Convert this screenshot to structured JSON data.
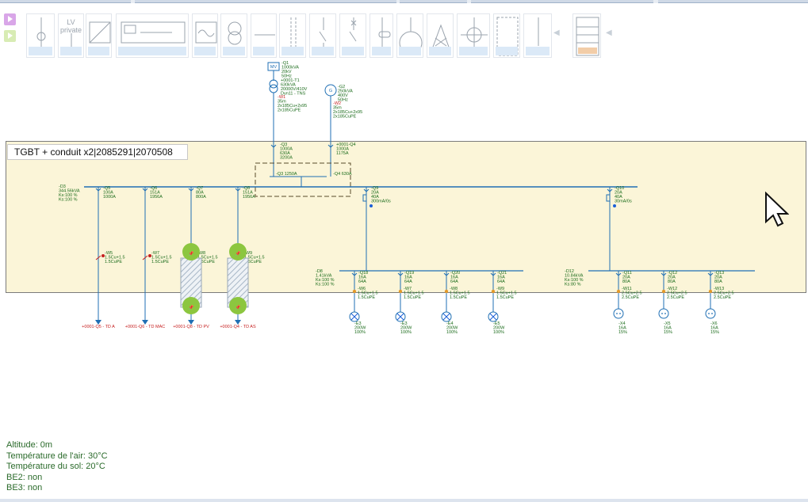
{
  "palette": {
    "tools": [
      {
        "name": "single-pole-device-tool",
        "label": ""
      },
      {
        "name": "lv-private-tool",
        "label": "LV private"
      },
      {
        "name": "converter-tool",
        "label": ""
      },
      {
        "name": "ups-tool",
        "label": ""
      },
      {
        "name": "inverter-tool",
        "label": ""
      },
      {
        "name": "transformer-tool",
        "label": ""
      },
      {
        "name": "link-tool",
        "label": ""
      },
      {
        "name": "busbar-tool",
        "label": ""
      },
      {
        "name": "switch-tool",
        "label": ""
      },
      {
        "name": "circuit-breaker-tool",
        "label": ""
      },
      {
        "name": "fuse-switch-tool",
        "label": ""
      },
      {
        "name": "load-tool",
        "label": ""
      },
      {
        "name": "motor-tool",
        "label": ""
      },
      {
        "name": "meter-tool",
        "label": ""
      },
      {
        "name": "enclosure-tool",
        "label": ""
      },
      {
        "name": "earth-tool",
        "label": ""
      },
      {
        "name": "panel-tool",
        "label": ""
      }
    ],
    "colors": {
      "accent": "#dbe9f7",
      "play_magenta": "#d9a6e8",
      "play_green": "#d8ecb4"
    }
  },
  "diagram": {
    "switchboard_title": "TGBT + conduit x2|2085291|2070508",
    "source": {
      "id": "-Q1",
      "lines": [
        "1000kVA",
        "20kV",
        "50Hz"
      ],
      "transformer": {
        "id": "+0001-T1",
        "lines": [
          "630kVA",
          "20000V/410V",
          "Dyn11 - TNS"
        ]
      },
      "cable": {
        "id": "-W1",
        "lines": [
          "35m",
          "2x185Cu+2x95",
          "2x185CuPE"
        ]
      }
    },
    "generator": {
      "id": "-G2",
      "lines": [
        "250kVA",
        "400V",
        "50Hz"
      ],
      "cable": {
        "id": "-W2",
        "lines": [
          "35m",
          "2x185Cu+2x95",
          "2x185CuPE"
        ]
      }
    },
    "incomers": [
      {
        "id": "-Q3",
        "lines": [
          "1000A",
          "630A",
          "3200A"
        ]
      },
      {
        "id": "+0001-Q4",
        "lines": [
          "1000A",
          "1175A"
        ]
      }
    ],
    "coupling": [
      {
        "id": "-Q3",
        "label": "1250A"
      },
      {
        "id": "-Q4",
        "label": "630A"
      }
    ],
    "main_bus_load": {
      "id": "-D3",
      "lines": [
        "344.56kVA",
        "Ks:100 %",
        "Ks:100 %"
      ]
    },
    "feeders": [
      {
        "breaker": "-Q5",
        "lines": [
          "100A",
          "1000A"
        ],
        "cable": "-W5",
        "cable_lines": [
          "1.5Cu+1.5",
          "1.5CuPE"
        ],
        "dest": "+0001-Q5 - TD A"
      },
      {
        "breaker": "-Q6",
        "lines": [
          "151A",
          "1956A"
        ],
        "cable": "-W7",
        "cable_lines": [
          "1.5Cu+1.5",
          "1.5CuPE"
        ],
        "dest": "+0001-Q6 - TD MAC"
      },
      {
        "breaker": "-Q7",
        "lines": [
          "80A",
          "800A"
        ],
        "cable": "-W8",
        "cable_lines": [
          "1.5Cu+1.5",
          "1.5CuPE"
        ],
        "dest": "+0001-Q8 - TD PV"
      },
      {
        "breaker": "-Q8",
        "lines": [
          "151A",
          "1956A"
        ],
        "cable": "-W9",
        "cable_lines": [
          "1.5Cu+1.5",
          "1.5CuPE"
        ],
        "dest": "+0001-Q4 - TD AS"
      }
    ],
    "distribution_left": {
      "breaker": "-Q9",
      "lines": [
        "20A",
        "40A",
        "300mA/0s"
      ],
      "bus_load": {
        "id": "-D8",
        "lines": [
          "1.41kVA",
          "Ks:100 %",
          "Ks:100 %"
        ]
      },
      "circuits": [
        {
          "breaker": "-Q18",
          "lines": [
            "16A",
            "64A"
          ],
          "cable": "-W6",
          "cable_lines": [
            "1.5Cu+1.5",
            "1.5CuPE"
          ],
          "load": "-E3",
          "load_lines": [
            "200W",
            "100%"
          ]
        },
        {
          "breaker": "-Q19",
          "lines": [
            "16A",
            "64A"
          ],
          "cable": "-W7",
          "cable_lines": [
            "1.5Cu+1.5",
            "1.5CuPE"
          ],
          "load": "-E3",
          "load_lines": [
            "200W",
            "100%"
          ]
        },
        {
          "breaker": "-Q20",
          "lines": [
            "16A",
            "64A"
          ],
          "cable": "-W8",
          "cable_lines": [
            "1.5Cu+1.5",
            "1.5CuPE"
          ],
          "load": "-E4",
          "load_lines": [
            "200W",
            "100%"
          ]
        },
        {
          "breaker": "-Q21",
          "lines": [
            "16A",
            "64A"
          ],
          "cable": "-W9",
          "cable_lines": [
            "1.5Cu+1.5",
            "1.5CuPE"
          ],
          "load": "-E5",
          "load_lines": [
            "200W",
            "100%"
          ]
        }
      ]
    },
    "distribution_right": {
      "breaker": "-Q10",
      "lines": [
        "20A",
        "40A",
        "30mA/0s"
      ],
      "bus_load": {
        "id": "-D12",
        "lines": [
          "10.84kVA",
          "Ks:100 %",
          "Ks:80 %"
        ]
      },
      "circuits": [
        {
          "breaker": "-Q11",
          "lines": [
            "20A",
            "80A"
          ],
          "cable": "-W11",
          "cable_lines": [
            "2.5Cu+2.5",
            "2.5CuPE"
          ],
          "load": "-X4",
          "load_lines": [
            "16A",
            "15%"
          ]
        },
        {
          "breaker": "-Q12",
          "lines": [
            "20A",
            "80A"
          ],
          "cable": "-W12",
          "cable_lines": [
            "2.5Cu+2.5",
            "2.5CuPE"
          ],
          "load": "-X5",
          "load_lines": [
            "16A",
            "15%"
          ]
        },
        {
          "breaker": "-Q13",
          "lines": [
            "20A",
            "80A"
          ],
          "cable": "-W13",
          "cable_lines": [
            "2.5Cu+2.5",
            "2.5CuPE"
          ],
          "load": "-X6",
          "load_lines": [
            "16A",
            "15%"
          ]
        }
      ]
    },
    "colors": {
      "wire": "#1f6fb4",
      "label": "#1a6b1a",
      "red_label": "#c62020",
      "zone": "#fbf5d8",
      "pin": "#8cc63f"
    }
  },
  "environment": {
    "altitude": "Altitude: 0m",
    "air_temperature": "Température de l'air: 30°C",
    "soil_temperature": "Température du sol: 20°C",
    "be2": "BE2: non",
    "be3": "BE3: non"
  }
}
